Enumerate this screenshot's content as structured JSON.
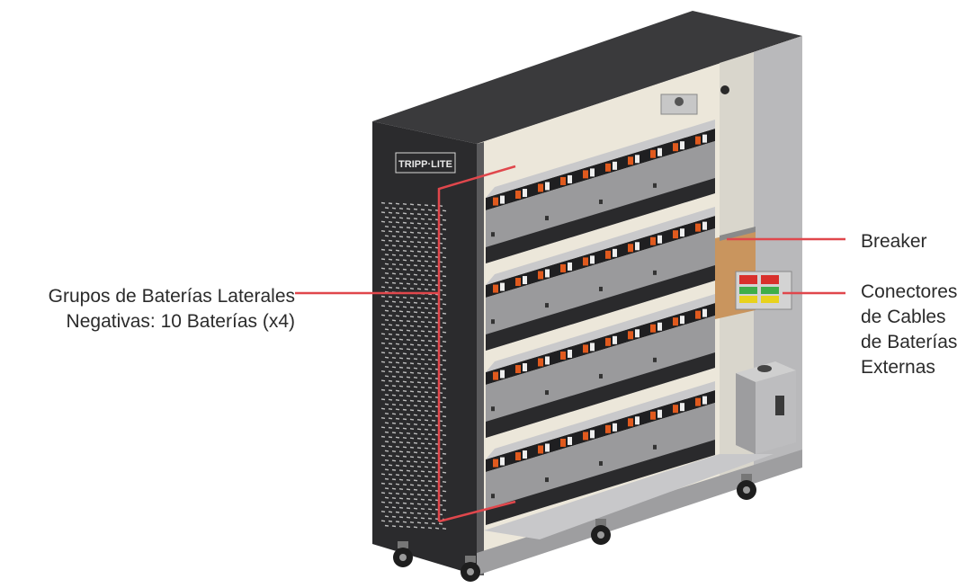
{
  "brand_logo_text": "TRIPP·LITE",
  "annotations": {
    "battery_groups": [
      "Grupos de Baterías Laterales",
      "Negativas: 10 Baterías (x4)"
    ],
    "breaker": "Breaker",
    "connectors": [
      "Conectores",
      "de Cables",
      "de Baterías",
      "Externas"
    ]
  },
  "colors": {
    "leader_line": "#e0474c",
    "cabinet_black": "#2b2b2d",
    "battery_gray": "#9a9a9c",
    "terminal_orange": "#e05a1e",
    "connector_red": "#d9302c",
    "connector_green": "#3fae49",
    "connector_yellow": "#e8d21c",
    "breaker_panel": "#c9955e"
  },
  "diagram": {
    "battery_rows": 4,
    "batteries_per_row": 10
  }
}
